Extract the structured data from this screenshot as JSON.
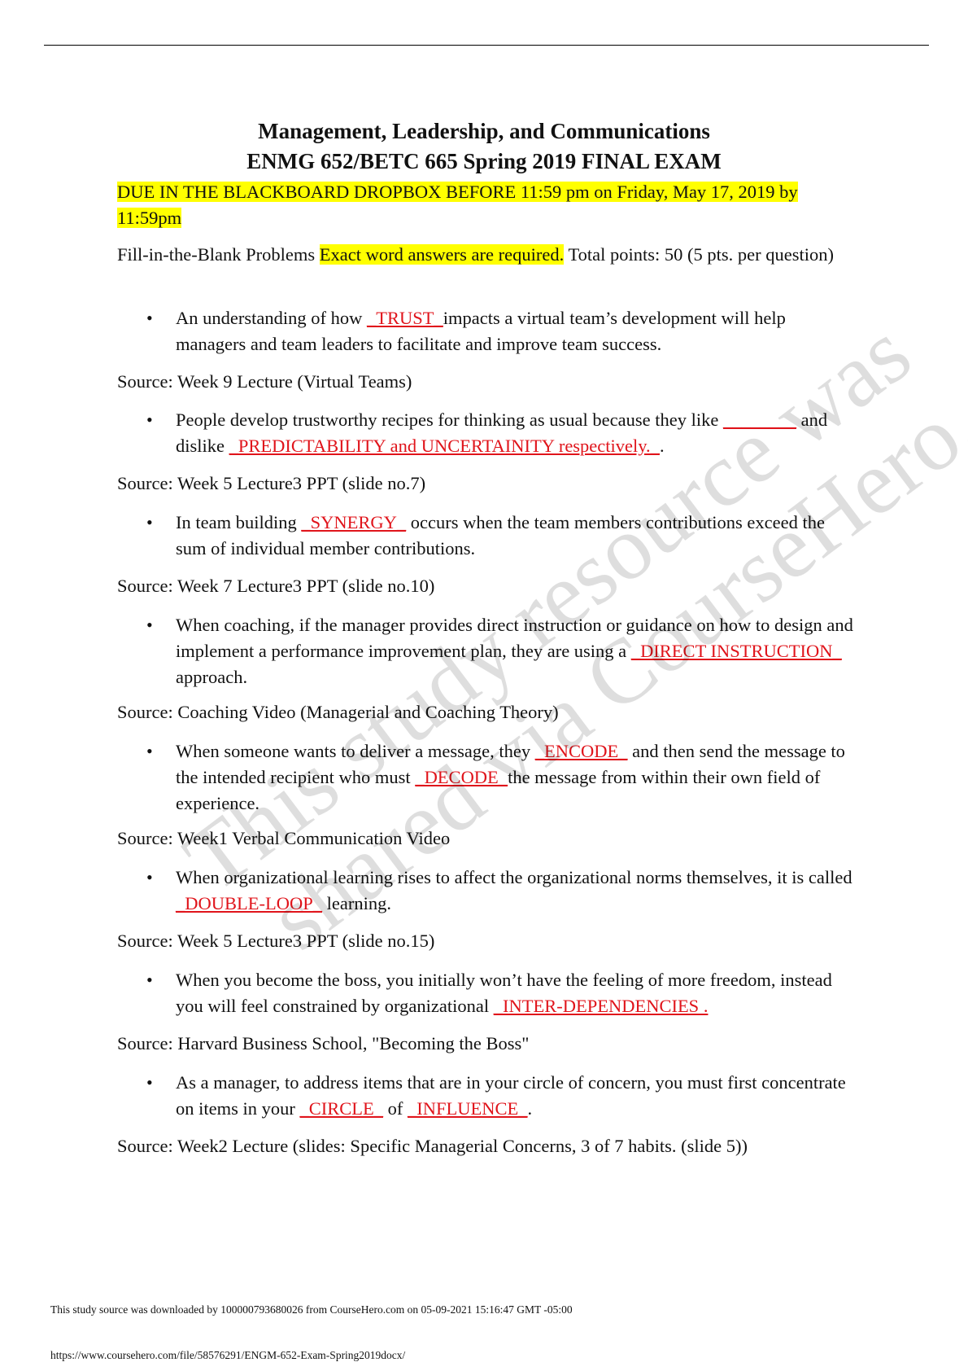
{
  "header": {
    "title_line1": "Management, Leadership, and Communications",
    "title_line2": "ENMG 652/BETC 665 Spring 2019 FINAL EXAM"
  },
  "due_notice": "DUE IN THE BLACKBOARD DROPBOX BEFORE 11:59 pm on Friday, May 17, 2019 by 11:59pm",
  "instructions": {
    "prefix": "Fill-in-the-Blank Problems ",
    "highlight": "Exact word answers are required.",
    "suffix": " Total points: 50 (5 pts. per question)"
  },
  "questions": [
    {
      "bullet": "•",
      "p1": "An understanding of how ",
      "a1": "_TRUST_",
      "p2": "impacts a virtual team’s development will help managers and team leaders to facilitate and improve team success.",
      "source": "Source: Week 9  Lecture (Virtual Teams)"
    },
    {
      "bullet": "•",
      "p1": "People develop trustworthy recipes for thinking as usual because they like ",
      "a1": "________",
      "p2": " and dislike ",
      "a2": "_PREDICTABILITY and UNCERTAINITY respectively._",
      "p3": ".",
      "source": "Source: Week 5 Lecture3 PPT (slide no.7)"
    },
    {
      "bullet": "•",
      "p1": "In team building ",
      "a1": "_SYNERGY_",
      "p2": " occurs when the team members contributions exceed the sum of individual member contributions.",
      "source": "Source: Week 7 Lecture3 PPT (slide no.10)"
    },
    {
      "bullet": "•",
      "p1": "When coaching, if the manager provides direct instruction or guidance on how to design and implement a performance improvement plan, they are using a ",
      "a1": "_DIRECT INSTRUCTION_",
      "p2": " approach.",
      "source": "Source: Coaching Video (Managerial and Coaching Theory)"
    },
    {
      "bullet": "•",
      "p1": "When someone wants to deliver a message, they ",
      "a1": "_ENCODE_",
      "p2": " and then send the message to the intended recipient who must ",
      "a2": "_DECODE_",
      "p3": "the message from within their own field of experience.",
      "source": "Source: Week1 Verbal Communication Video"
    },
    {
      "bullet": "•",
      "p1": "When organizational learning rises to affect the organizational norms themselves, it is called ",
      "a1": "_DOUBLE-LOOP_",
      "p2": " learning.",
      "source": "Source: Week 5 Lecture3 PPT (slide no.15)"
    },
    {
      "bullet": "•",
      "p1": "When you become the boss, you initially won’t have the feeling of more freedom, instead you will feel constrained by organizational ",
      "a1": "_INTER-DEPENDENCIES .",
      "p2": "",
      "source": "Source: Harvard Business School, \"Becoming the Boss\""
    },
    {
      "bullet": "•",
      "p1": "As a manager, to address items that are in your circle of concern, you must first concentrate on items in your ",
      "a1": "_CIRCLE_",
      "p2": " of ",
      "a2": "_INFLUENCE_",
      "p3": ".",
      "source": "Source: Week2 Lecture (slides: Specific Managerial Concerns, 3 of 7 habits. (slide 5))"
    }
  ],
  "watermark": {
    "line1": "This study resource was",
    "line2": "shared via CourseHero.com"
  },
  "footer": {
    "download_notice": "This study source was downloaded by 100000793680026 from CourseHero.com on 05-09-2021 15:16:47 GMT -05:00",
    "url": "https://www.coursehero.com/file/58576291/ENGM-652-Exam-Spring2019docx/"
  }
}
